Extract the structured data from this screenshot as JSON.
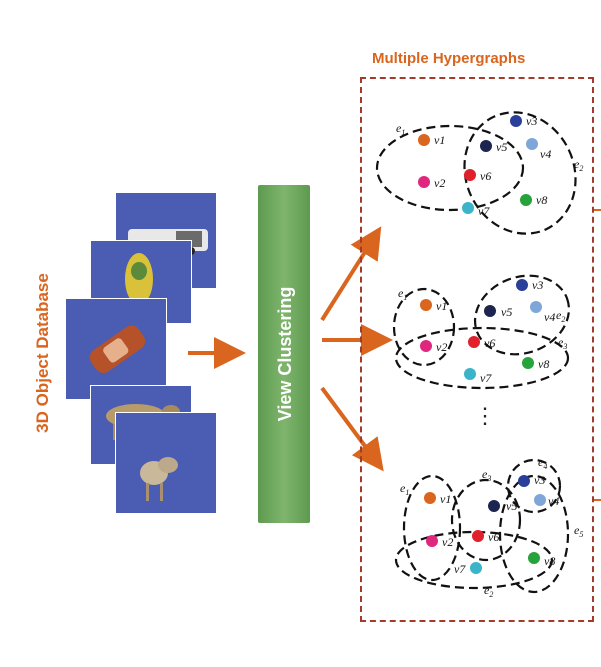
{
  "left_label": "3D Object Database",
  "cluster_label": "View Clustering",
  "right_title": "Multiple Hypergraphs",
  "ellipsis": "⋮",
  "colors": {
    "accent_orange": "#d9651e",
    "cluster_green": "#6aa65a",
    "panel_border": "#a33a2a",
    "photo_bg": "#4a5db3"
  },
  "vertex_colors": {
    "v1": "#d9651e",
    "v2": "#e0277f",
    "v3": "#2a3f9a",
    "v4": "#7fa6d9",
    "v5": "#1c2550",
    "v6": "#e0202a",
    "v7": "#3bb3c9",
    "v8": "#26a33a"
  },
  "graphs": [
    {
      "edges": [
        "e",
        "e"
      ],
      "edge_subs": [
        "1",
        "2"
      ],
      "vertices": [
        "v1",
        "v2",
        "v3",
        "v4",
        "v5",
        "v6",
        "v7",
        "v8"
      ]
    },
    {
      "edges": [
        "e",
        "e",
        "e"
      ],
      "edge_subs": [
        "1",
        "2",
        "3"
      ],
      "vertices": [
        "v1",
        "v2",
        "v3",
        "v4",
        "v5",
        "v6",
        "v7",
        "v8"
      ]
    },
    {
      "edges": [
        "e",
        "e",
        "e",
        "e",
        "e"
      ],
      "edge_subs": [
        "1",
        "2",
        "3",
        "4",
        "5"
      ],
      "vertices": [
        "v1",
        "v2",
        "v3",
        "v4",
        "v5",
        "v6",
        "v7",
        "v8"
      ]
    }
  ]
}
